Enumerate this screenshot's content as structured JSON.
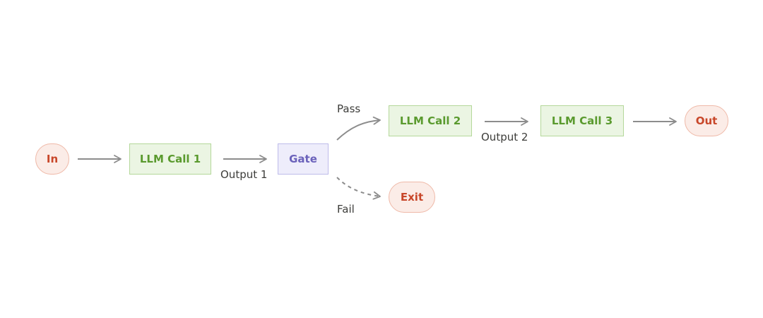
{
  "colors": {
    "terminal_fill": "#fbece7",
    "terminal_border": "#efb9a8",
    "terminal_text": "#c8472a",
    "llm_fill": "#ebf5e3",
    "llm_border": "#b4d89a",
    "llm_text": "#5a9a2e",
    "gate_fill": "#eeedfb",
    "gate_border": "#bebbea",
    "gate_text": "#6b62bb",
    "edge": "#8c8c8c",
    "label_text": "#3d3d3a"
  },
  "nodes": {
    "in": "In",
    "llm_call_1": "LLM Call 1",
    "gate": "Gate",
    "llm_call_2": "LLM Call 2",
    "llm_call_3": "LLM Call 3",
    "out": "Out",
    "exit": "Exit"
  },
  "edge_labels": {
    "output_1": "Output 1",
    "pass": "Pass",
    "fail": "Fail",
    "output_2": "Output 2"
  }
}
